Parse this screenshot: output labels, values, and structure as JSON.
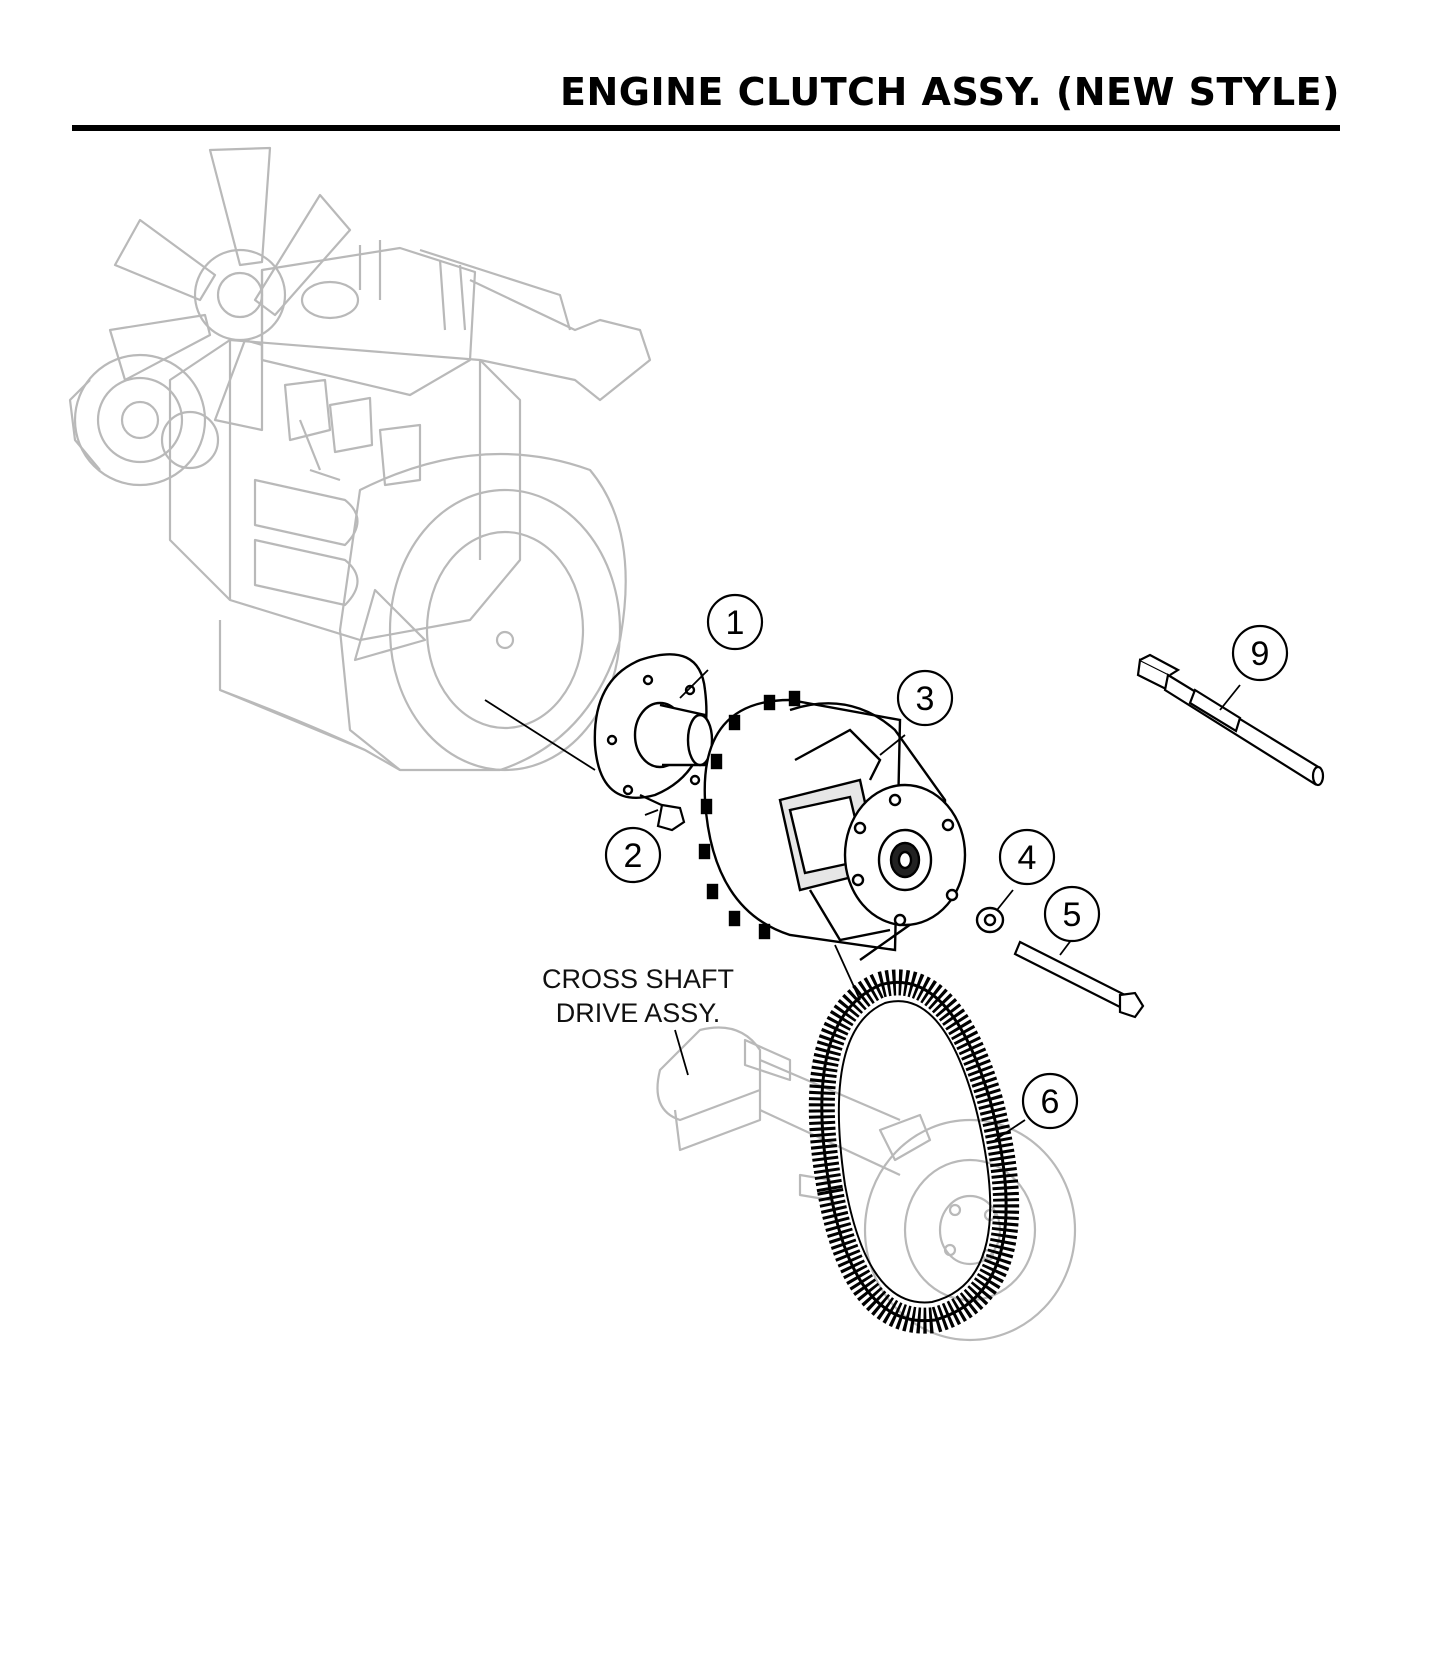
{
  "title": "ENGINE CLUTCH ASSY. (NEW STYLE)",
  "callouts": [
    "1",
    "2",
    "3",
    "4",
    "5",
    "6",
    "9"
  ],
  "cross_shaft_label": [
    "CROSS SHAFT",
    "DRIVE ASSY."
  ],
  "colors": {
    "ghost": "#b9b9b9",
    "ink": "#000000",
    "belt": "#1a1a1a"
  }
}
